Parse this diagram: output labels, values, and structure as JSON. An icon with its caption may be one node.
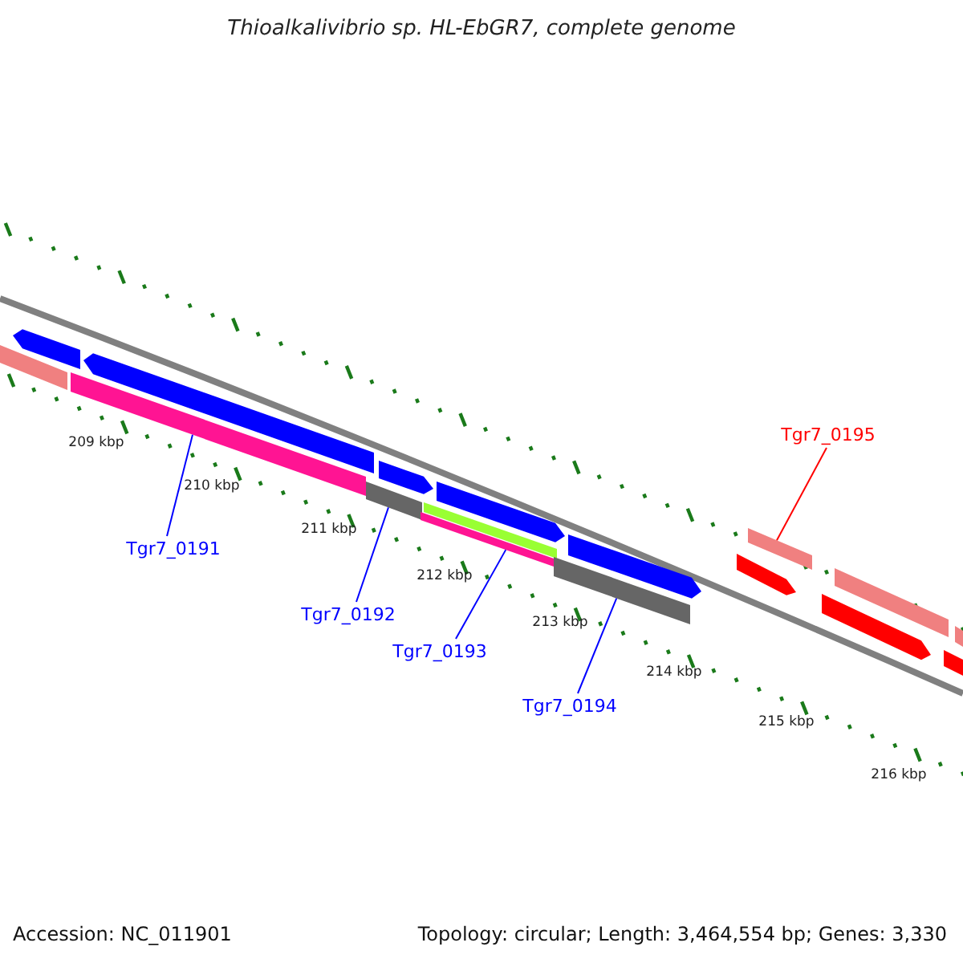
{
  "diagram": {
    "title": "Thioalkalivibrio sp. HL-EbGR7, complete genome",
    "nodes": [
      {
        "text": [
          "Tgr7_0191"
        ]
      },
      {
        "text": [
          "Tgr7_0192"
        ]
      },
      {
        "text": [
          "Tgr7_0193"
        ]
      },
      {
        "text": [
          "Tgr7_0194"
        ]
      },
      {
        "text": [
          "Tgr7_0195"
        ]
      },
      {
        "text": [],
        "shape": "bar"
      },
      {
        "text": [],
        "shape": "bar"
      },
      {
        "text": [],
        "shape": "bar"
      },
      {
        "text": [],
        "shape": "bar"
      },
      {
        "text": [],
        "shape": "bar"
      },
      {
        "text": [],
        "shape": "bar"
      },
      {
        "text": [],
        "shape": "bar"
      },
      {
        "text": [],
        "shape": "bar"
      },
      {
        "text": [],
        "shape": "bar"
      },
      {
        "text": [],
        "shape": "bar"
      },
      {
        "text": [],
        "shape": "bar"
      },
      {
        "text": [],
        "shape": "bar"
      },
      {
        "text": [],
        "shape": "bar"
      },
      {
        "text": [],
        "shape": "bar"
      },
      {
        "text": [],
        "shape": "bar"
      },
      {
        "text": [],
        "shape": "bar"
      },
      {
        "text": [],
        "shape": "bar"
      }
    ],
    "edges": [
      {
        "from": 0,
        "to": 7,
        "arrow": "none"
      },
      {
        "from": 1,
        "to": 9,
        "arrow": "none"
      },
      {
        "from": 2,
        "to": 11,
        "arrow": "none"
      },
      {
        "from": 3,
        "to": 14,
        "arrow": "none"
      },
      {
        "from": 4,
        "to": 17,
        "arrow": "none",
        "color": "#ff0000"
      }
    ],
    "labels": [
      "209 kbp",
      "210 kbp",
      "211 kbp",
      "212 kbp",
      "213 kbp",
      "214 kbp",
      "215 kbp",
      "216 kbp",
      "Accession: NC_011901",
      "Topology: circular; Length: 3,464,554 bp; Genes: 3,330"
    ]
  }
}
